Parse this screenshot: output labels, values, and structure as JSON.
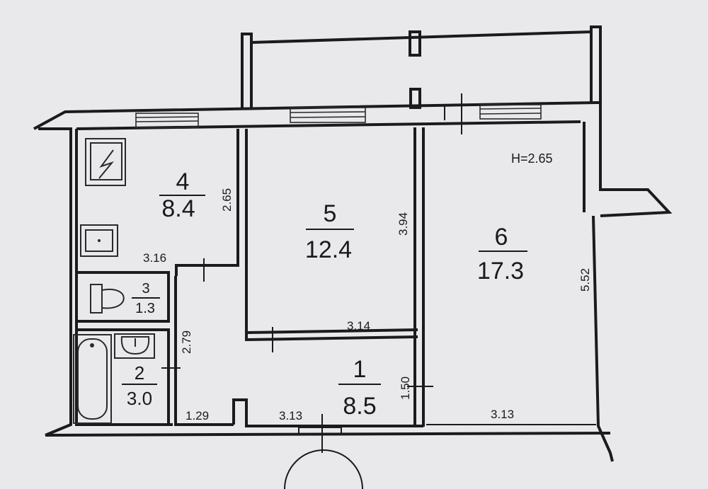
{
  "ceiling_height": "H=2.65",
  "rooms": [
    {
      "number": "1",
      "area": "8.5"
    },
    {
      "number": "2",
      "area": "3.0"
    },
    {
      "number": "3",
      "area": "1.3"
    },
    {
      "number": "4",
      "area": "8.4"
    },
    {
      "number": "5",
      "area": "12.4"
    },
    {
      "number": "6",
      "area": "17.3"
    }
  ],
  "dimensions": {
    "room4_height": "2.65",
    "room4_width": "3.16",
    "room5_height": "3.94",
    "room5_width": "3.14",
    "room6_height": "5.52",
    "room6_width": "3.13",
    "hall_height": "1.50",
    "hall_width": "3.13",
    "corridor_height": "2.79",
    "corridor_width": "1.29"
  }
}
